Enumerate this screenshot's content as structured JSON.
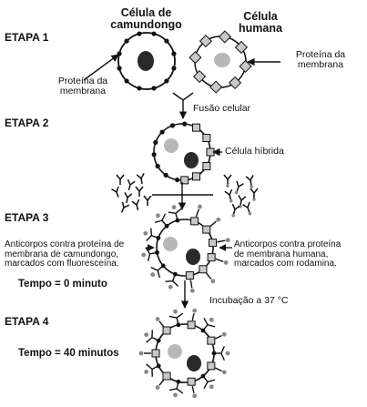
{
  "headers": {
    "mouse_cell": "Célula de\ncamundongo",
    "human_cell": "Célula\nhumana"
  },
  "stages": {
    "s1": "ETAPA 1",
    "s2": "ETAPA 2",
    "s3": "ETAPA 3",
    "s4": "ETAPA 4"
  },
  "labels": {
    "mouse_membrane_protein": "Proteína da\nmembrana",
    "human_membrane_protein": "Proteína da\nmembrana",
    "cell_fusion": "Fusão celular",
    "hybrid_cell": "Célula híbrida",
    "anti_mouse": "Anticorpos contra proteína de\nmembrana de camundongo,\nmarcados com fluoresceína.",
    "anti_human": "Anticorpos contra proteína\nde membrana humana,\nmarcados com rodamina.",
    "time_0": "Tempo = 0 minuto",
    "incubation": "Incubação a 37 °C",
    "time_40": "Tempo = 40 minutos"
  },
  "colors": {
    "ink": "#111111",
    "light_nucleus": "#b8b8b8",
    "dark_nucleus": "#2a2a2a",
    "human_protein": "#c8c8c8",
    "antibody_dot": "#888888"
  }
}
